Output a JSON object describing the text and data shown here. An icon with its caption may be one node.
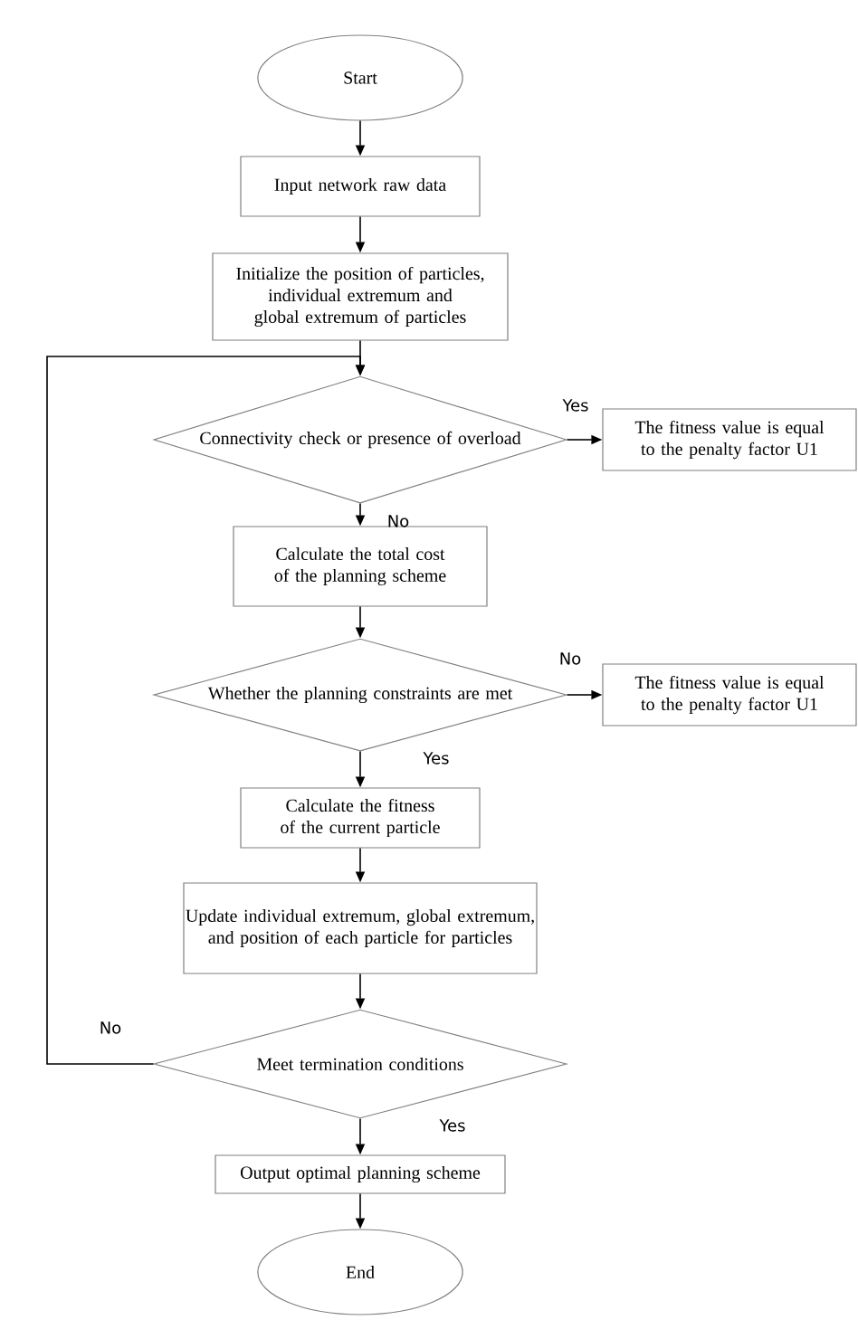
{
  "diagram": {
    "nodes": [
      {
        "text": [
          "Start"
        ]
      },
      {
        "text": [
          "Input network raw data"
        ]
      },
      {
        "text": [
          "Initialize the position of particles, individual extremum and global extremum of particles"
        ]
      },
      {
        "text": [
          "Connectivity check or presence of overload"
        ]
      },
      {
        "text": [
          "The fitness value is equal to the penalty factor U1"
        ]
      },
      {
        "text": [
          "Calculate the total cost of the planning scheme"
        ]
      },
      {
        "text": [
          "Whether the planning constraints are met"
        ]
      },
      {
        "text": [
          "The fitness value is equal to the penalty factor U1"
        ]
      },
      {
        "text": [
          "Calculate the fitness of the current particle"
        ]
      },
      {
        "text": [
          "Update individual extremum, global extremum, and position of each particle for particles"
        ]
      },
      {
        "text": [
          "Meet termination conditions"
        ]
      },
      {
        "text": [
          "Output optimal planning scheme"
        ]
      },
      {
        "text": [
          "End"
        ]
      }
    ],
    "edges": [
      {
        "from": 0,
        "to": 1,
        "arrow": "to"
      },
      {
        "from": 1,
        "to": 2,
        "arrow": "to"
      },
      {
        "from": 2,
        "to": 3,
        "arrow": "to"
      },
      {
        "from": 3,
        "to": 4,
        "arrow": "to",
        "label": "Yes"
      },
      {
        "from": 3,
        "to": 5,
        "arrow": "to",
        "label": "No"
      },
      {
        "from": 5,
        "to": 6,
        "arrow": "to"
      },
      {
        "from": 6,
        "to": 7,
        "arrow": "to",
        "label": "No"
      },
      {
        "from": 6,
        "to": 8,
        "arrow": "to",
        "label": "Yes"
      },
      {
        "from": 8,
        "to": 9,
        "arrow": "to"
      },
      {
        "from": 9,
        "to": 10,
        "arrow": "to"
      },
      {
        "from": 10,
        "to": 3,
        "arrow": "to",
        "label": "No"
      },
      {
        "from": 10,
        "to": 11,
        "arrow": "to",
        "label": "Yes"
      },
      {
        "from": 11,
        "to": 12,
        "arrow": "to"
      }
    ]
  }
}
